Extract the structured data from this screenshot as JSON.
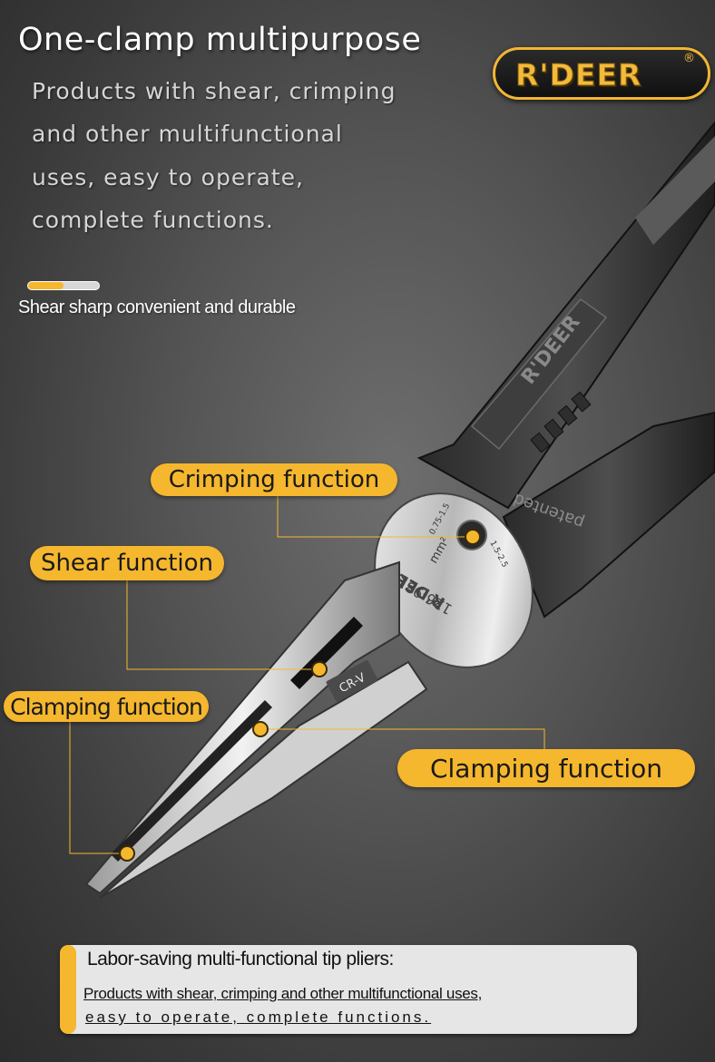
{
  "colors": {
    "accent": "#f5b72e",
    "background": "#4a4a4a",
    "panel": "#e6e6e6",
    "text_light": "#ffffff"
  },
  "header": {
    "title": "One-clamp multipurpose",
    "description_lines": [
      "Products with shear, crimping",
      "and other multifunctional",
      "uses, easy to operate,",
      "complete functions."
    ]
  },
  "brand": {
    "logo_text": "R'DEER",
    "registered_mark": "®"
  },
  "feature_bar": {
    "progress_percent": 50,
    "tagline": "Shear sharp convenient and durable"
  },
  "product": {
    "handle_marking": "patented",
    "handle_logo": "R'DEER",
    "head_logo": "R'DEER",
    "model_number": "126-9316",
    "unit_label": "mm²",
    "crimp_size_a": "0.75-1.5",
    "crimp_size_b": "1.5-2.5",
    "material_tag": "CR-V",
    "icons": [
      "pliers-image"
    ]
  },
  "callouts": {
    "crimping": "Crimping function",
    "shear": "Shear function",
    "clamping_left": "Clamping function",
    "clamping_right": "Clamping function"
  },
  "info_panel": {
    "title": "Labor-saving multi-functional tip pliers:",
    "line1": "Products with shear, crimping and other multifunctional uses,",
    "line2": " easy to operate, complete functions."
  }
}
